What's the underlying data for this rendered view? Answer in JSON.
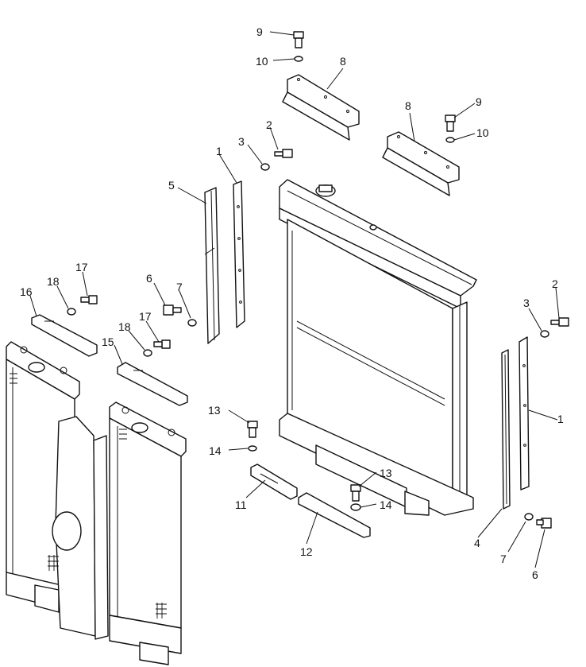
{
  "callouts": [
    {
      "id": "c1",
      "text": "9"
    },
    {
      "id": "c2",
      "text": "10"
    },
    {
      "id": "c3",
      "text": "8"
    },
    {
      "id": "c4",
      "text": "8"
    },
    {
      "id": "c5",
      "text": "9"
    },
    {
      "id": "c6",
      "text": "10"
    },
    {
      "id": "c7",
      "text": "2"
    },
    {
      "id": "c8",
      "text": "3"
    },
    {
      "id": "c9",
      "text": "1"
    },
    {
      "id": "c10",
      "text": "5"
    },
    {
      "id": "c11",
      "text": "17"
    },
    {
      "id": "c12",
      "text": "18"
    },
    {
      "id": "c13",
      "text": "16"
    },
    {
      "id": "c14",
      "text": "6"
    },
    {
      "id": "c15",
      "text": "7"
    },
    {
      "id": "c16",
      "text": "18"
    },
    {
      "id": "c17",
      "text": "17"
    },
    {
      "id": "c18",
      "text": "15"
    },
    {
      "id": "c19",
      "text": "2"
    },
    {
      "id": "c20",
      "text": "3"
    },
    {
      "id": "c21",
      "text": "1"
    },
    {
      "id": "c22",
      "text": "13"
    },
    {
      "id": "c23",
      "text": "14"
    },
    {
      "id": "c24",
      "text": "13"
    },
    {
      "id": "c25",
      "text": "14"
    },
    {
      "id": "c26",
      "text": "11"
    },
    {
      "id": "c27",
      "text": "12"
    },
    {
      "id": "c28",
      "text": "4"
    },
    {
      "id": "c29",
      "text": "7"
    },
    {
      "id": "c30",
      "text": "6"
    }
  ]
}
